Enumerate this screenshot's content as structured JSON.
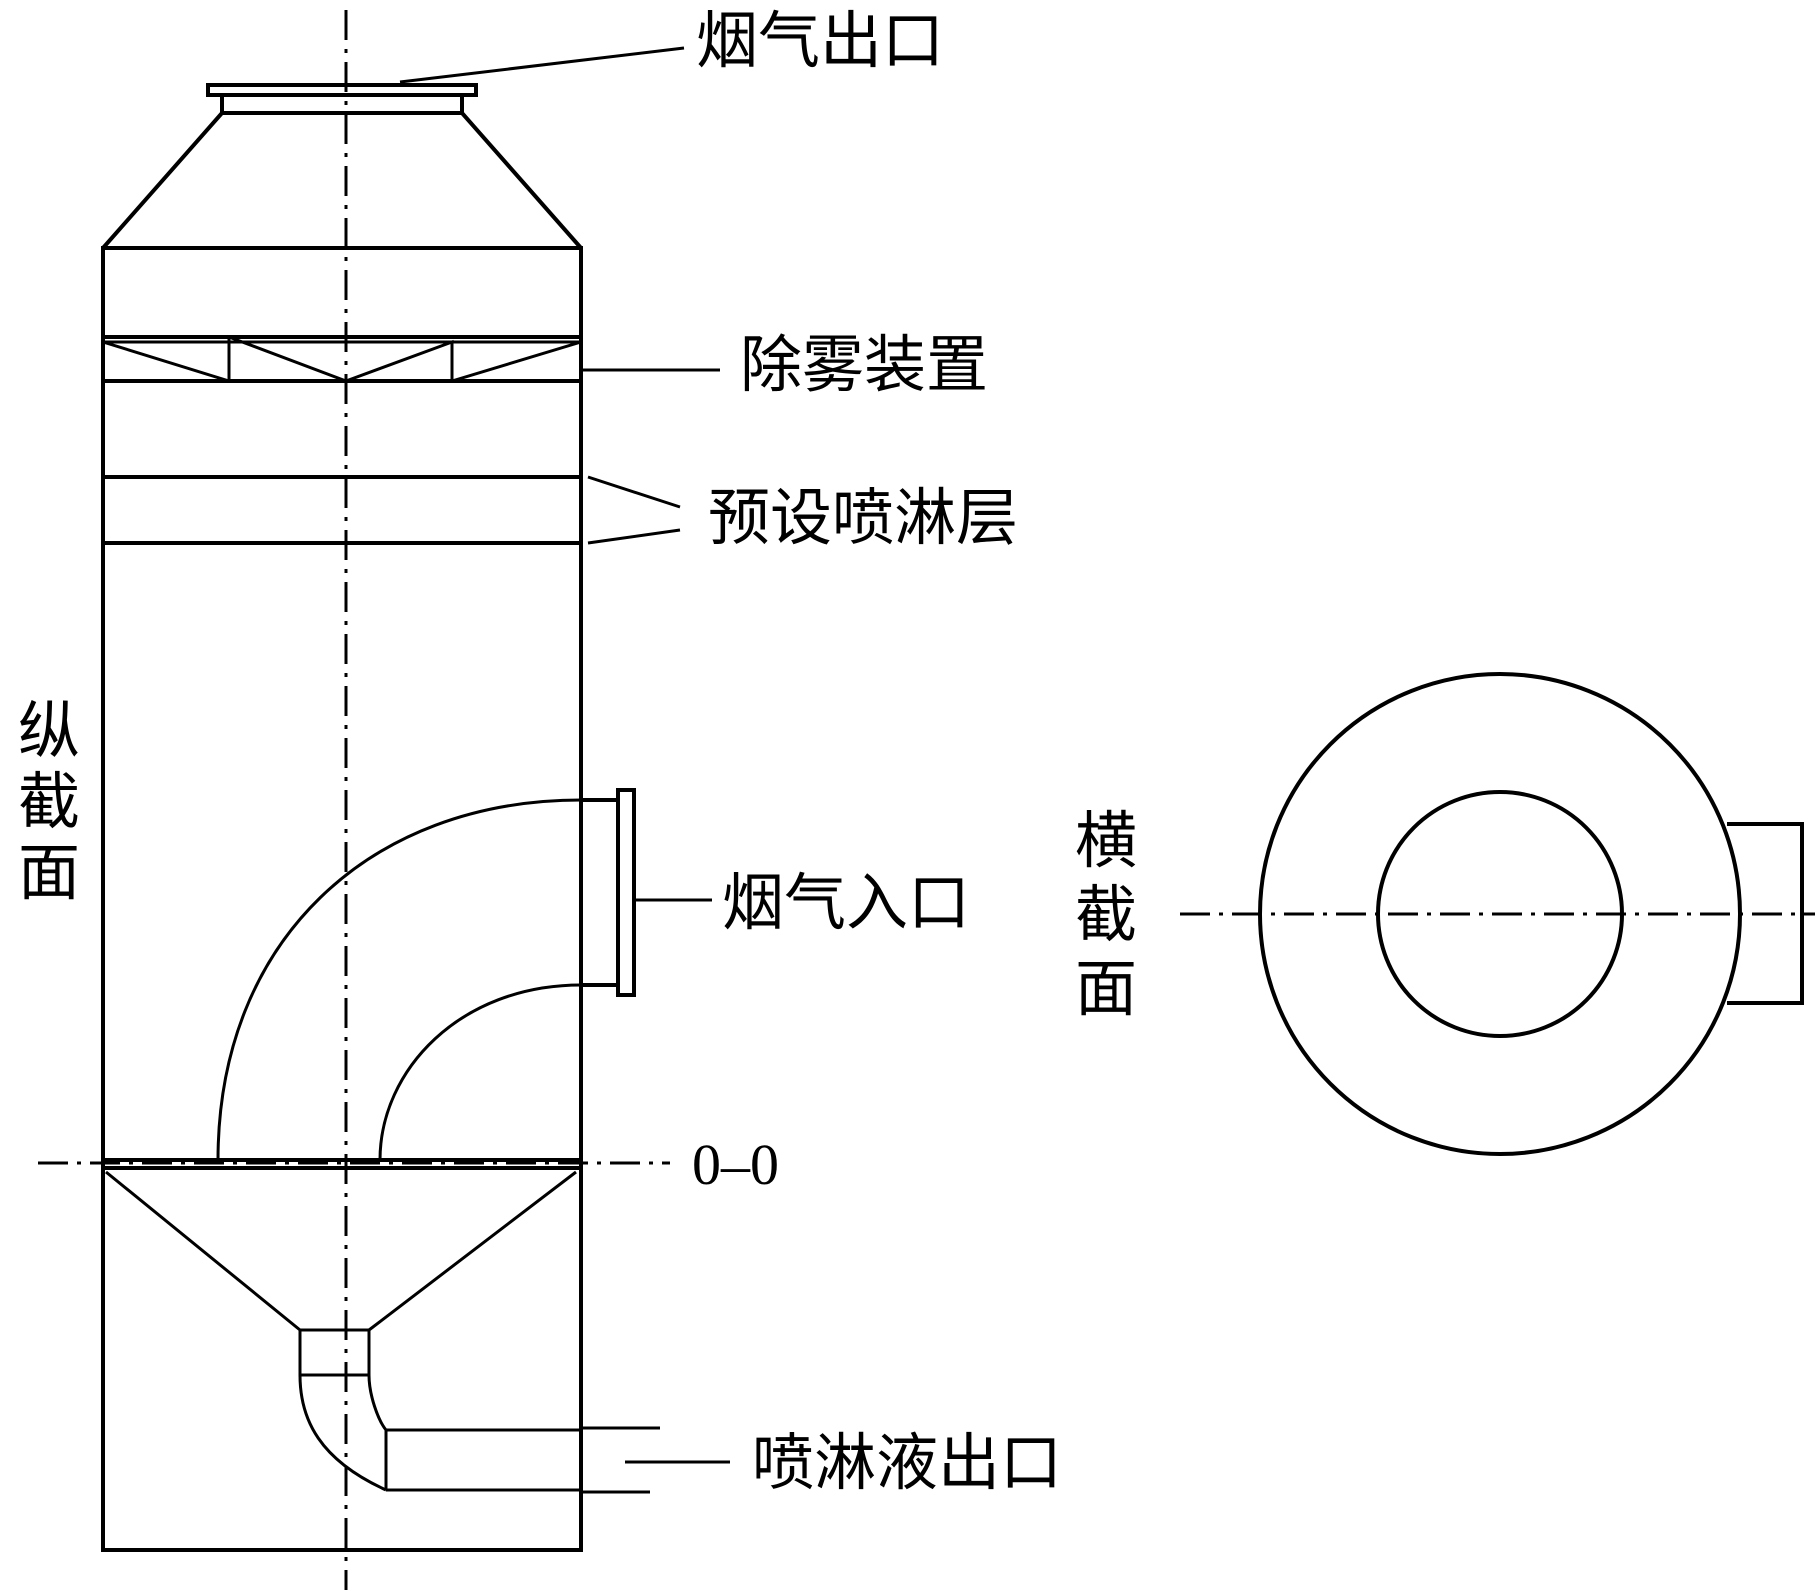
{
  "labels": {
    "flue_gas_outlet": "烟气出口",
    "demister": "除雾装置",
    "preset_spray_layer": "预设喷淋层",
    "flue_gas_inlet": "烟气入口",
    "section_line": "0–0",
    "spray_liquid_outlet": "喷淋液出口",
    "longitudinal_section": [
      "纵",
      "截",
      "面"
    ],
    "cross_section": [
      "横",
      "截",
      "面"
    ]
  },
  "colors": {
    "stroke": "#000000",
    "background": "#ffffff"
  }
}
